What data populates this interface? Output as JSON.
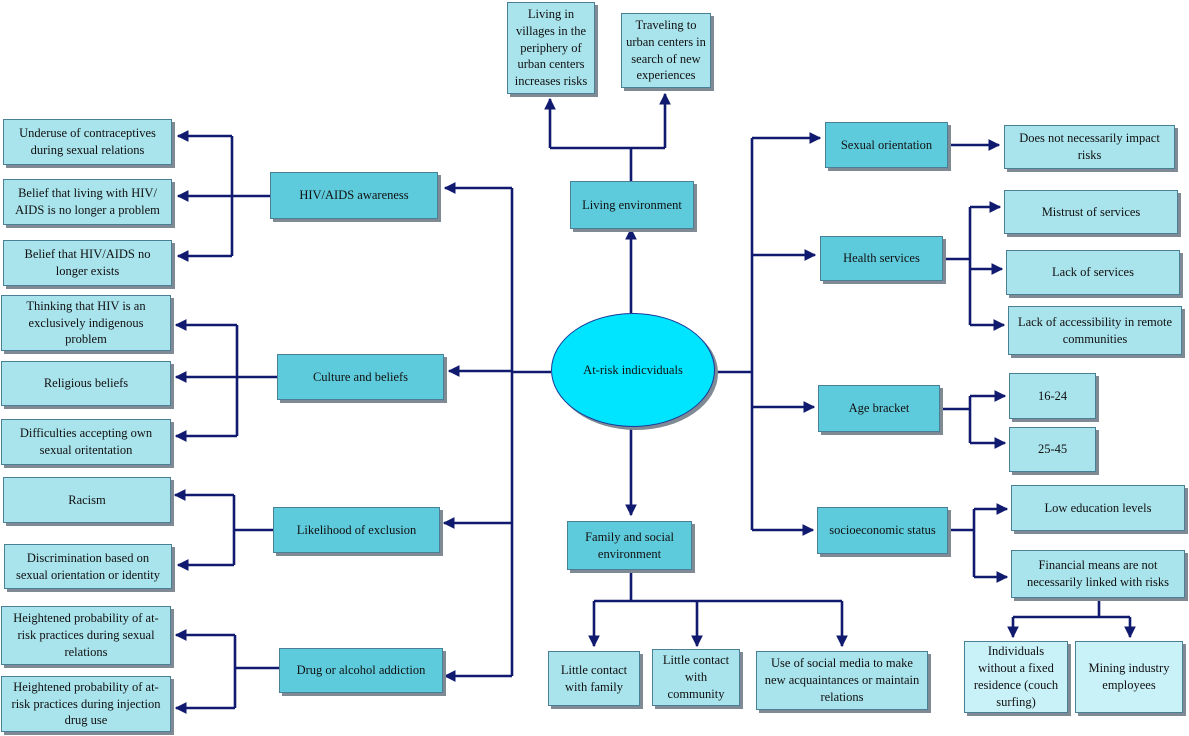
{
  "center": "At-risk indicviduals",
  "colors": {
    "connector": "#101a6e",
    "hub": "#00e5ff",
    "category_box": "#5ecbdd",
    "leaf_box": "#a9e3ec"
  },
  "categories": {
    "hiv_awareness": {
      "label": "HIV/AIDS awareness",
      "items": [
        "Underuse of contraceptives during sexual relations",
        "Belief that living with HIV/ AIDS is no longer a problem",
        "Belief that HIV/AIDS no longer exists"
      ]
    },
    "culture": {
      "label": "Culture and beliefs",
      "items": [
        "Thinking that HIV is an exclusively indigenous problem",
        "Religious beliefs",
        "Difficulties accepting own sexual oritentation"
      ]
    },
    "exclusion": {
      "label": "Likelihood of exclusion",
      "items": [
        "Racism",
        "Discrimination based on sexual orientation or identity"
      ]
    },
    "addiction": {
      "label": "Drug or alcohol addiction",
      "items": [
        "Heightened probability of at-risk practices during sexual relations",
        "Heightened probability of at-risk practices during injection drug use"
      ]
    },
    "living": {
      "label": "Living environment",
      "items": [
        "Living in villages in the periphery of urban centers increases risks",
        "Traveling to urban centers in search of new experiences"
      ]
    },
    "family": {
      "label": "Family and social environment",
      "items": [
        "Little contact with family",
        "Little contact with community",
        "Use of social media to make new acquaintances or maintain relations"
      ]
    },
    "orientation": {
      "label": "Sexual orientation",
      "items": [
        "Does not necessarily impact risks"
      ]
    },
    "health": {
      "label": "Health services",
      "items": [
        "Mistrust of services",
        "Lack of services",
        "Lack of accessibility in remote communities"
      ]
    },
    "age": {
      "label": "Age bracket",
      "items": [
        "16-24",
        "25-45"
      ]
    },
    "socio": {
      "label": "socioeconomic status",
      "items": [
        "Low education levels",
        "Financial means are not necessarily linked with risks"
      ],
      "subitems": [
        "Individuals without a fixed residence (couch surfing)",
        "Mining industry employees"
      ]
    }
  }
}
